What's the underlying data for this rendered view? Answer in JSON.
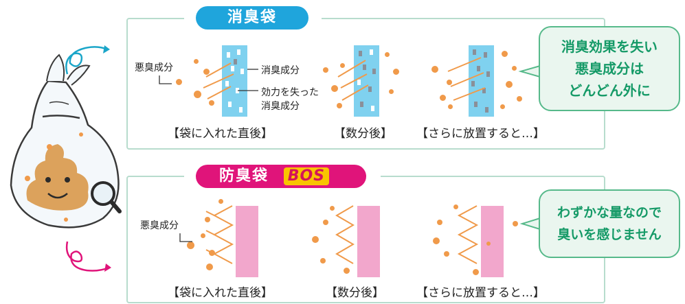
{
  "top_panel": {
    "title": "消臭袋",
    "label_malodor": "悪臭成分",
    "label_deodorant": "消臭成分",
    "label_spent_line1": "効力を失った",
    "label_spent_line2": "消臭成分",
    "captions": [
      "【袋に入れた直後】",
      "【数分後】",
      "【さらに放置すると…】"
    ],
    "bubble": [
      "消臭効果を失い",
      "悪臭成分は",
      "どんどん外に"
    ]
  },
  "bottom_panel": {
    "title": "防臭袋",
    "brand": "BOS",
    "label_malodor": "悪臭成分",
    "captions": [
      "【袋に入れた直後】",
      "【数分後】",
      "【さらに放置すると…】"
    ],
    "bubble": [
      "わずかな量なので",
      "臭いを感じません"
    ]
  },
  "colors": {
    "top_title_bg": "#1fa5dc",
    "bottom_title_bg": "#e0147a",
    "bubble_text": "#159a67",
    "odor_dot": "#f09a4a",
    "blue_filter": "#7fd1ef",
    "pink_filter": "#f2a7cc"
  },
  "icons": [
    "bag-icon",
    "poop-icon",
    "magnifier-icon",
    "blue-swirl-arrow-icon",
    "pink-swirl-arrow-icon"
  ]
}
